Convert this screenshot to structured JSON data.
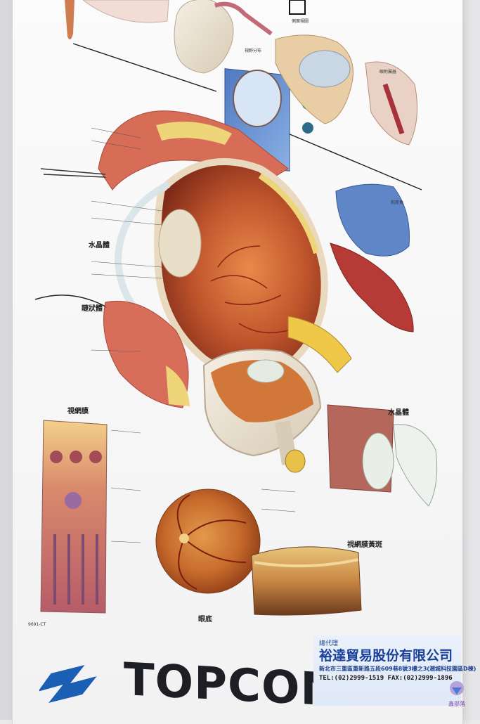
{
  "poster": {
    "title_fragment": "圖",
    "side_view_label": "側面視圖",
    "visual_field_label": "視野分布",
    "orbit_label": "眼附屬器",
    "lens_label": "水晶體",
    "ciliary_label": "睫狀體",
    "retina_label": "視網膜",
    "fundus_label": "眼底",
    "macula_label": "視網膜黃斑",
    "angle_label": "前房角",
    "crystalline_label": "水晶體",
    "catalog_code": "9691-CT"
  },
  "brand": {
    "name": "TOPCON",
    "color": "#1a5fb4"
  },
  "distributor": {
    "tag": "總代理",
    "company": "裕達貿易股份有限公司",
    "address": "新北市三重區重新路五段609巷8號3樓之3(潮城科技園區D棟)",
    "tel": "TEL:(02)2999-1519",
    "fax": "FAX:(02)2999-1896"
  },
  "watermark": {
    "text": "鑫部落"
  },
  "colors": {
    "tissue_red": "#c2473a",
    "tissue_orange": "#d9823f",
    "sclera": "#efe7da",
    "fat_yellow": "#e8c96a",
    "retina_blue": "#6c90c9",
    "brand_blue": "#1a5fb4"
  }
}
